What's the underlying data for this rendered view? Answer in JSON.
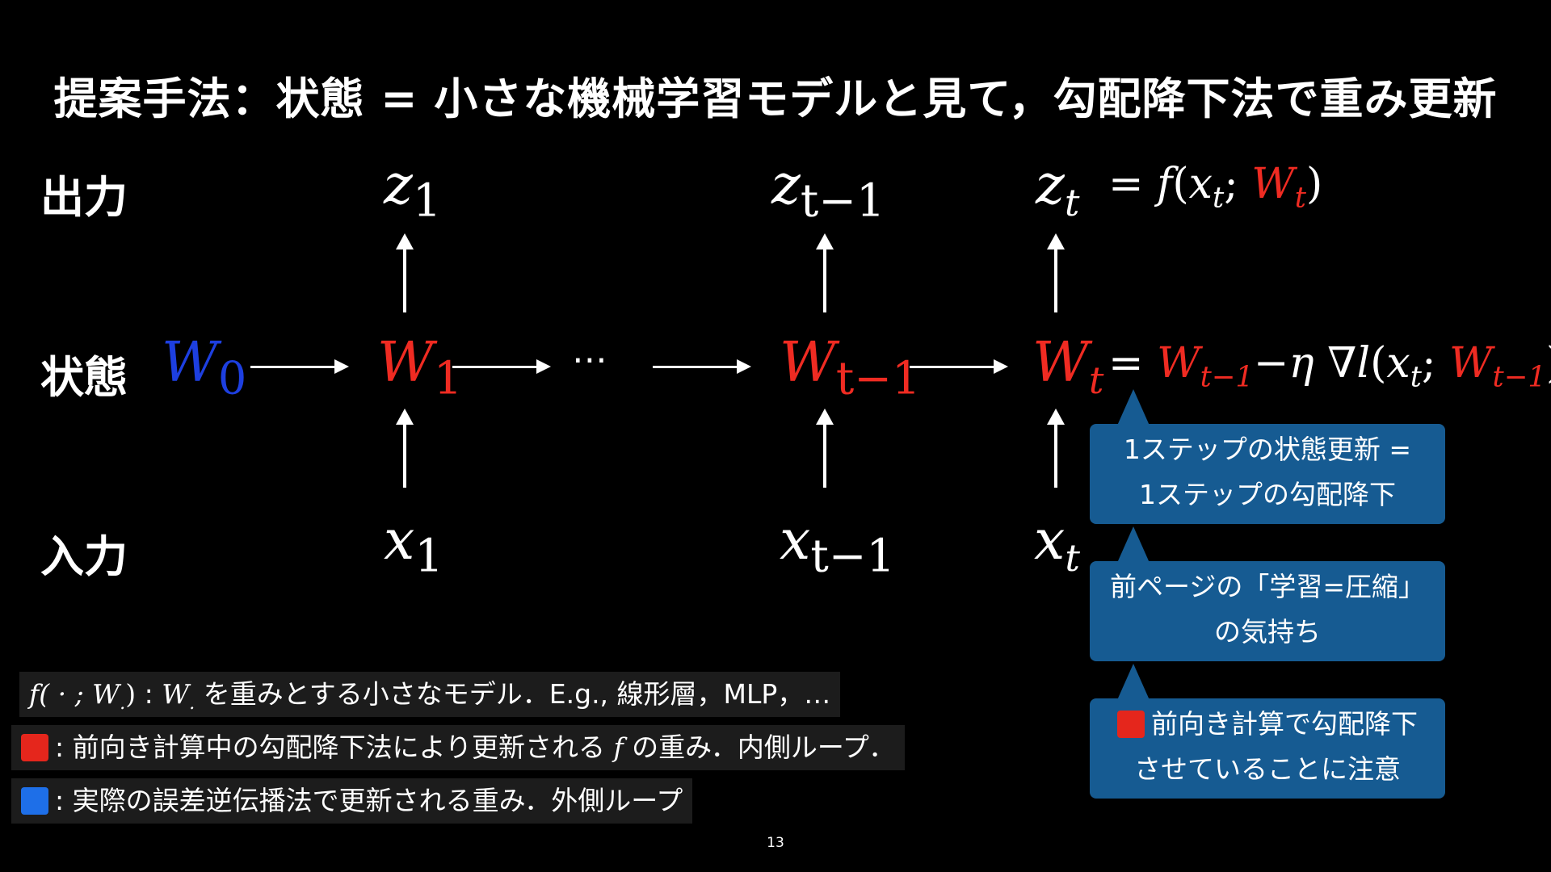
{
  "title": "提案手法：状態 = 小さな機械学習モデルと見て，勾配降下法で重み更新",
  "rows": {
    "output": "出力",
    "state": "状態",
    "input": "入力"
  },
  "symbols": {
    "z": "z",
    "x": "x",
    "W": "W",
    "sub_1": "1",
    "sub_t": "t",
    "sub_tm1": "t−1",
    "sub_0": "0",
    "dots": "⋯",
    "eq": "=",
    "f": "f",
    "lparen": "(",
    "rparen": ")",
    "semi": ";",
    "minus": "−",
    "eta": "η",
    "nabla": "∇",
    "l": "l",
    "W_sub_tm1": "t−1",
    "x_sub_t": "t"
  },
  "callouts": [
    {
      "line1": "1ステップの状態更新 =",
      "line2": "1ステップの勾配降下"
    },
    {
      "line1": "前ページの「学習=圧縮」",
      "line2": "の気持ち"
    },
    {
      "line1": "前向き計算で勾配降下",
      "line2": "させていることに注意"
    }
  ],
  "notes": {
    "n1_f": "f",
    "n1_paren": "( · ; W",
    "n1_dot": ".",
    "n1_close": ")",
    "n1_text": " : ",
    "n1_W": "W",
    "n1_dot2": ".",
    "n1_rest": " を重みとする小さなモデル．E.g., 線形層，MLP，…",
    "n2_pre": ": 前向き計算中の勾配降下法により更新される",
    "n2_f": "f",
    "n2_post": "の重み．内側ループ．",
    "n3": ": 実際の誤差逆伝播法で更新される重み．外側ループ"
  },
  "colors": {
    "red": "#ef2b22",
    "blue": "#1d3fe0",
    "callout": "#165b92",
    "square_red": "#e5261c",
    "square_blue": "#1e6fe8"
  },
  "page_number": "13"
}
